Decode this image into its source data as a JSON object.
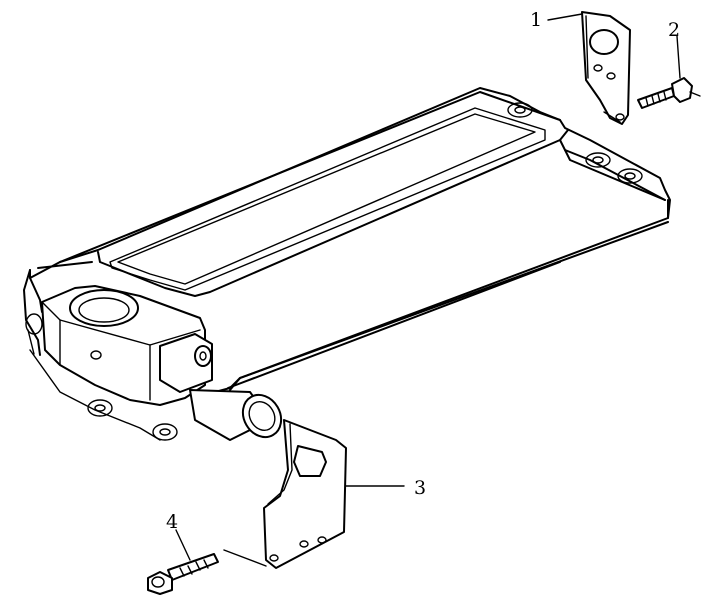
{
  "figure": {
    "callouts": [
      {
        "id": "1",
        "label": "1"
      },
      {
        "id": "2",
        "label": "2"
      },
      {
        "id": "3",
        "label": "3"
      },
      {
        "id": "4",
        "label": "4"
      }
    ],
    "stroke_color": "#000000",
    "background": "#ffffff"
  }
}
